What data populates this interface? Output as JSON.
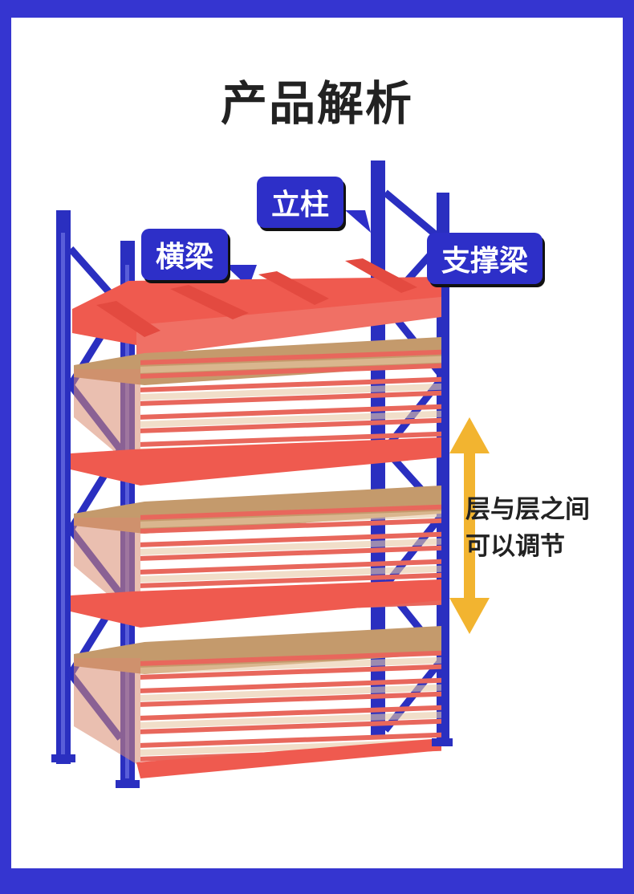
{
  "title": "产品解析",
  "labels": {
    "upright": "立柱",
    "beam": "横梁",
    "brace": "支撑梁"
  },
  "adjust_note": [
    "层与层之间",
    "可以调节"
  ],
  "colors": {
    "frame_border": "#3535d0",
    "upright": "#2a2fc0",
    "beam": "#ef5a4f",
    "board": "#c49a6c",
    "arrow": "#f2b430"
  }
}
